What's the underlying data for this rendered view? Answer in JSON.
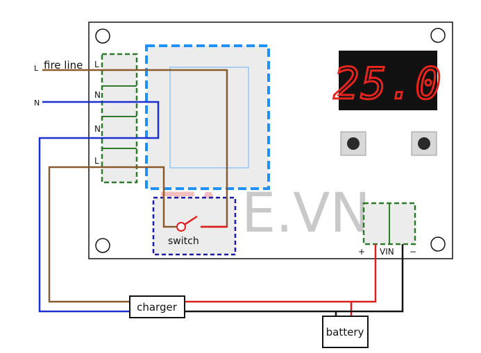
{
  "labels": {
    "fire_line": "fire line",
    "L_external": "L",
    "N_external": "N",
    "terminal_L1": "L",
    "terminal_N1": "N",
    "terminal_N2": "N",
    "terminal_L2": "L",
    "switch": "switch",
    "charger": "charger",
    "battery": "battery",
    "vin": "VIN",
    "plus": "+",
    "minus": "−"
  },
  "display": {
    "text": "25.0"
  },
  "watermark": {
    "left": "TA",
    "right": "E.VN"
  },
  "colors": {
    "fire_wire": "#8b5a2b",
    "neutral_wire": "#1a2fd1",
    "positive_wire": "#e01b1b",
    "negative_wire": "#111111",
    "relay_border": "#1e90ff",
    "terminal_border": "#2d7a2d",
    "switch_border": "#1a1aa8",
    "segment_on": "#e8241f",
    "display_bg": "#111111"
  }
}
